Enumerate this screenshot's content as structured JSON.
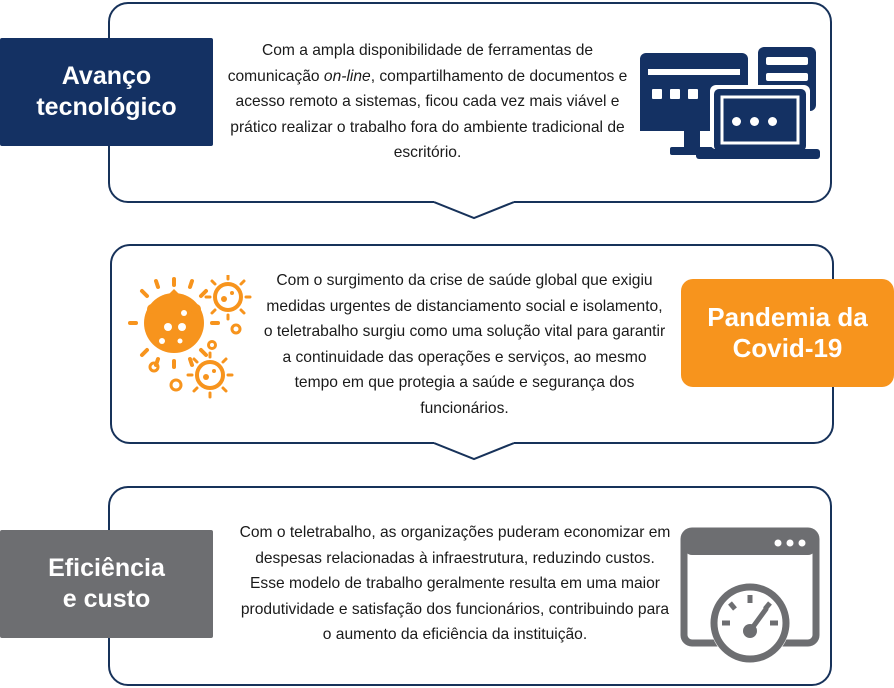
{
  "colors": {
    "navy": "#143163",
    "orange": "#f7941d",
    "gray": "#6d6e71",
    "panel_border": "#17325a"
  },
  "steps": [
    {
      "title": "Avanço\ntecnológico",
      "text_parts": [
        "Com a ampla disponibilidade de ferramentas de comunicação ",
        "on-line",
        ", compartilhamento de documentos e acesso remoto a sistemas, ficou cada vez mais viável e prático realizar o trabalho fora do ambiente tradicional de escritório."
      ],
      "icon": "computer-laptop-icon"
    },
    {
      "title": "Pandemia da\nCovid-19",
      "text": "Com o surgimento da crise de saúde global que exigiu medidas urgentes de distanciamento social e isolamento, o teletrabalho surgiu como uma solução vital para garantir a continuidade das operações e serviços, ao mesmo tempo em que protegia a saúde e segurança dos funcionários.",
      "icon": "virus-icon"
    },
    {
      "title": "Eficiência\ne custo",
      "text": "Com o teletrabalho, as organizações puderam economizar em despesas relacionadas à infraestrutura, reduzindo custos. Esse modelo de trabalho geralmente resulta em uma maior produtividade e satisfação dos funcionários, contribuindo para o aumento da eficiência da instituição.",
      "icon": "speedometer-window-icon"
    }
  ]
}
